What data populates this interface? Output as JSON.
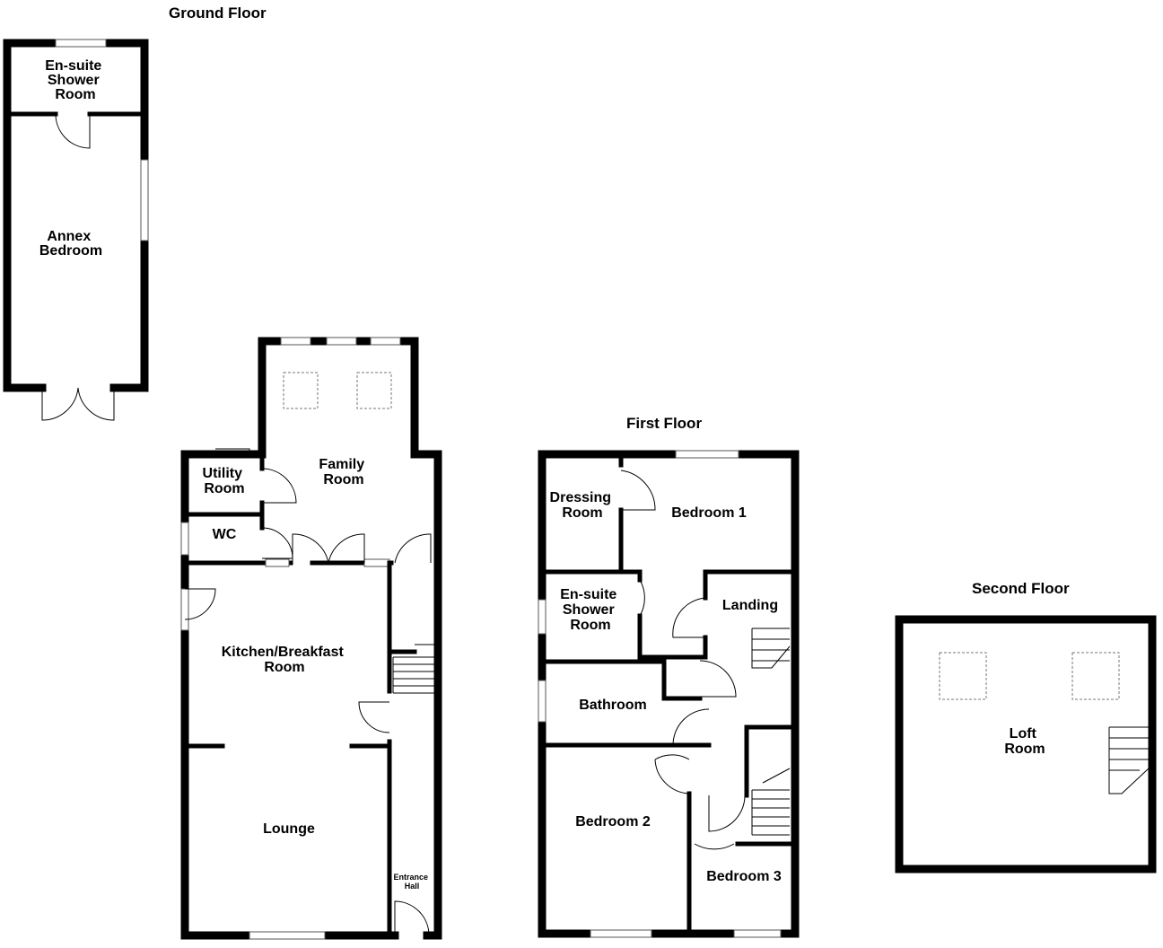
{
  "floors": {
    "ground": {
      "title": "Ground Floor",
      "rooms": {
        "annex_ensuite": [
          "En-suite",
          "Shower",
          "Room"
        ],
        "annex_bedroom": [
          "Annex",
          "Bedroom"
        ],
        "utility": [
          "Utility",
          "Room"
        ],
        "wc": "WC",
        "family": [
          "Family",
          "Room"
        ],
        "kitchen": [
          "Kitchen/Breakfast",
          "Room"
        ],
        "lounge": "Lounge",
        "entrance": [
          "Entrance",
          "Hall"
        ]
      }
    },
    "first": {
      "title": "First Floor",
      "rooms": {
        "dressing": [
          "Dressing",
          "Room"
        ],
        "bedroom1": "Bedroom 1",
        "ensuite": [
          "En-suite",
          "Shower",
          "Room"
        ],
        "landing": "Landing",
        "bathroom": "Bathroom",
        "bedroom2": "Bedroom 2",
        "bedroom3": "Bedroom 3"
      }
    },
    "second": {
      "title": "Second Floor",
      "rooms": {
        "loft": [
          "Loft",
          "Room"
        ]
      }
    }
  }
}
